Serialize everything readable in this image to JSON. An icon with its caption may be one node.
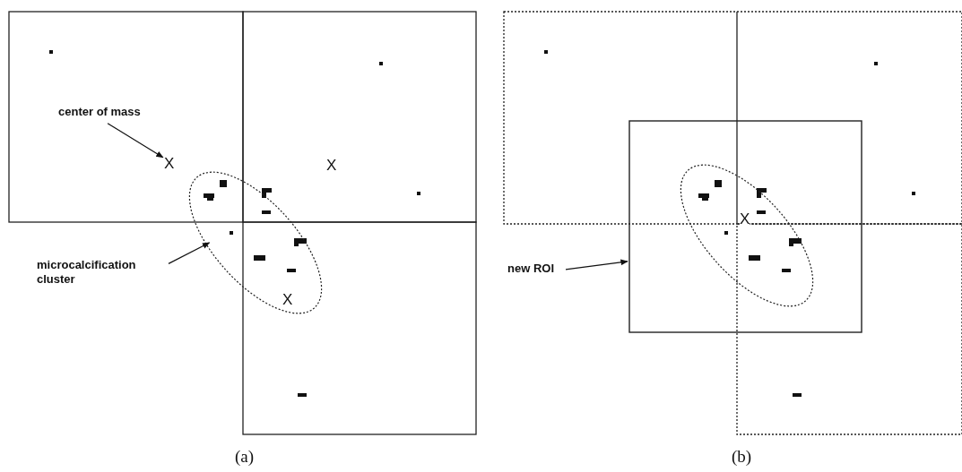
{
  "diagram": {
    "nodes": [
      {
        "text": [
          "center of mass"
        ]
      },
      {
        "text": [
          "X"
        ]
      },
      {
        "text": [
          "microcalcification cluster"
        ]
      },
      {
        "text": [],
        "shape": "ellipse"
      },
      {
        "text": [
          "new ROI"
        ]
      },
      {
        "text": [],
        "shape": "box"
      }
    ],
    "edges": [
      {
        "from": 0,
        "to": 1,
        "arrow": "to"
      },
      {
        "from": 2,
        "to": 3,
        "arrow": "to"
      },
      {
        "from": 4,
        "to": 5,
        "arrow": "to"
      }
    ],
    "labels": [
      "X",
      "X",
      "(a)",
      "X",
      "(b)"
    ]
  }
}
